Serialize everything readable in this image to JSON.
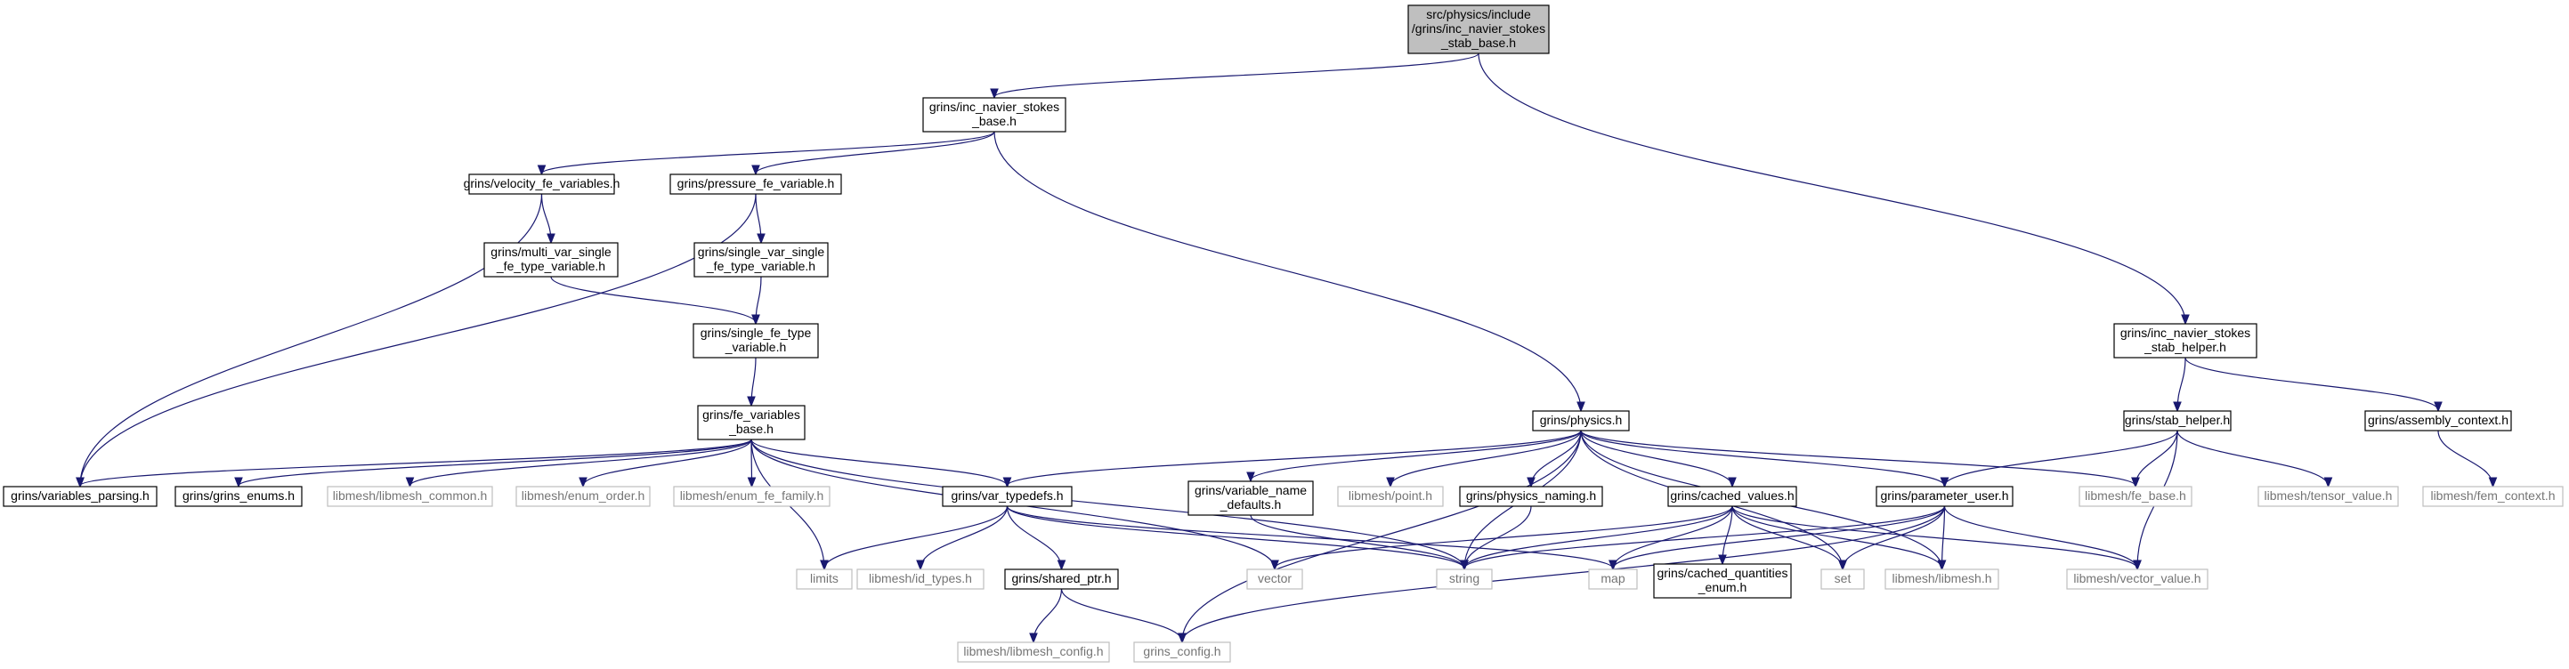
{
  "graph": {
    "nodes": [
      {
        "id": "root",
        "lines": [
          "src/physics/include",
          "/grins/inc_navier_stokes",
          "_stab_base.h"
        ],
        "kind": "root"
      },
      {
        "id": "ins_base",
        "lines": [
          "grins/inc_navier_stokes",
          "_base.h"
        ],
        "kind": "file"
      },
      {
        "id": "ins_helper",
        "lines": [
          "grins/inc_navier_stokes",
          "_stab_helper.h"
        ],
        "kind": "file"
      },
      {
        "id": "velocity",
        "lines": [
          "grins/velocity_fe_variables.h"
        ],
        "kind": "file"
      },
      {
        "id": "pressure",
        "lines": [
          "grins/pressure_fe_variable.h"
        ],
        "kind": "file"
      },
      {
        "id": "multi_var",
        "lines": [
          "grins/multi_var_single",
          "_fe_type_variable.h"
        ],
        "kind": "file"
      },
      {
        "id": "single_var",
        "lines": [
          "grins/single_var_single",
          "_fe_type_variable.h"
        ],
        "kind": "file"
      },
      {
        "id": "single_fe",
        "lines": [
          "grins/single_fe_type",
          "_variable.h"
        ],
        "kind": "file"
      },
      {
        "id": "fe_vars_base",
        "lines": [
          "grins/fe_variables",
          "_base.h"
        ],
        "kind": "file"
      },
      {
        "id": "physics",
        "lines": [
          "grins/physics.h"
        ],
        "kind": "file"
      },
      {
        "id": "stab_helper",
        "lines": [
          "grins/stab_helper.h"
        ],
        "kind": "file"
      },
      {
        "id": "assembly",
        "lines": [
          "grins/assembly_context.h"
        ],
        "kind": "file"
      },
      {
        "id": "vars_parsing",
        "lines": [
          "grins/variables_parsing.h"
        ],
        "kind": "file"
      },
      {
        "id": "grins_enums",
        "lines": [
          "grins/grins_enums.h"
        ],
        "kind": "file"
      },
      {
        "id": "lm_common",
        "lines": [
          "libmesh/libmesh_common.h"
        ],
        "kind": "sys"
      },
      {
        "id": "enum_order",
        "lines": [
          "libmesh/enum_order.h"
        ],
        "kind": "sys"
      },
      {
        "id": "enum_fe_family",
        "lines": [
          "libmesh/enum_fe_family.h"
        ],
        "kind": "sys"
      },
      {
        "id": "var_typedefs",
        "lines": [
          "grins/var_typedefs.h"
        ],
        "kind": "file"
      },
      {
        "id": "var_name_defaults",
        "lines": [
          "grins/variable_name",
          "_defaults.h"
        ],
        "kind": "file"
      },
      {
        "id": "lm_point",
        "lines": [
          "libmesh/point.h"
        ],
        "kind": "sys"
      },
      {
        "id": "physics_naming",
        "lines": [
          "grins/physics_naming.h"
        ],
        "kind": "file"
      },
      {
        "id": "cached_values",
        "lines": [
          "grins/cached_values.h"
        ],
        "kind": "file"
      },
      {
        "id": "param_user",
        "lines": [
          "grins/parameter_user.h"
        ],
        "kind": "file"
      },
      {
        "id": "fe_base",
        "lines": [
          "libmesh/fe_base.h"
        ],
        "kind": "sys"
      },
      {
        "id": "tensor_value",
        "lines": [
          "libmesh/tensor_value.h"
        ],
        "kind": "sys"
      },
      {
        "id": "fem_context",
        "lines": [
          "libmesh/fem_context.h"
        ],
        "kind": "sys"
      },
      {
        "id": "limits",
        "lines": [
          "limits"
        ],
        "kind": "sys"
      },
      {
        "id": "id_types",
        "lines": [
          "libmesh/id_types.h"
        ],
        "kind": "sys"
      },
      {
        "id": "shared_ptr",
        "lines": [
          "grins/shared_ptr.h"
        ],
        "kind": "file"
      },
      {
        "id": "vector",
        "lines": [
          "vector"
        ],
        "kind": "sys"
      },
      {
        "id": "string",
        "lines": [
          "string"
        ],
        "kind": "sys"
      },
      {
        "id": "map",
        "lines": [
          "map"
        ],
        "kind": "sys"
      },
      {
        "id": "cached_quantities",
        "lines": [
          "grins/cached_quantities",
          "_enum.h"
        ],
        "kind": "file"
      },
      {
        "id": "set",
        "lines": [
          "set"
        ],
        "kind": "sys"
      },
      {
        "id": "lm_libmesh",
        "lines": [
          "libmesh/libmesh.h"
        ],
        "kind": "sys"
      },
      {
        "id": "vector_value",
        "lines": [
          "libmesh/vector_value.h"
        ],
        "kind": "sys"
      },
      {
        "id": "lm_config",
        "lines": [
          "libmesh/libmesh_config.h"
        ],
        "kind": "sys"
      },
      {
        "id": "grins_config",
        "lines": [
          "grins_config.h"
        ],
        "kind": "sys"
      }
    ]
  }
}
